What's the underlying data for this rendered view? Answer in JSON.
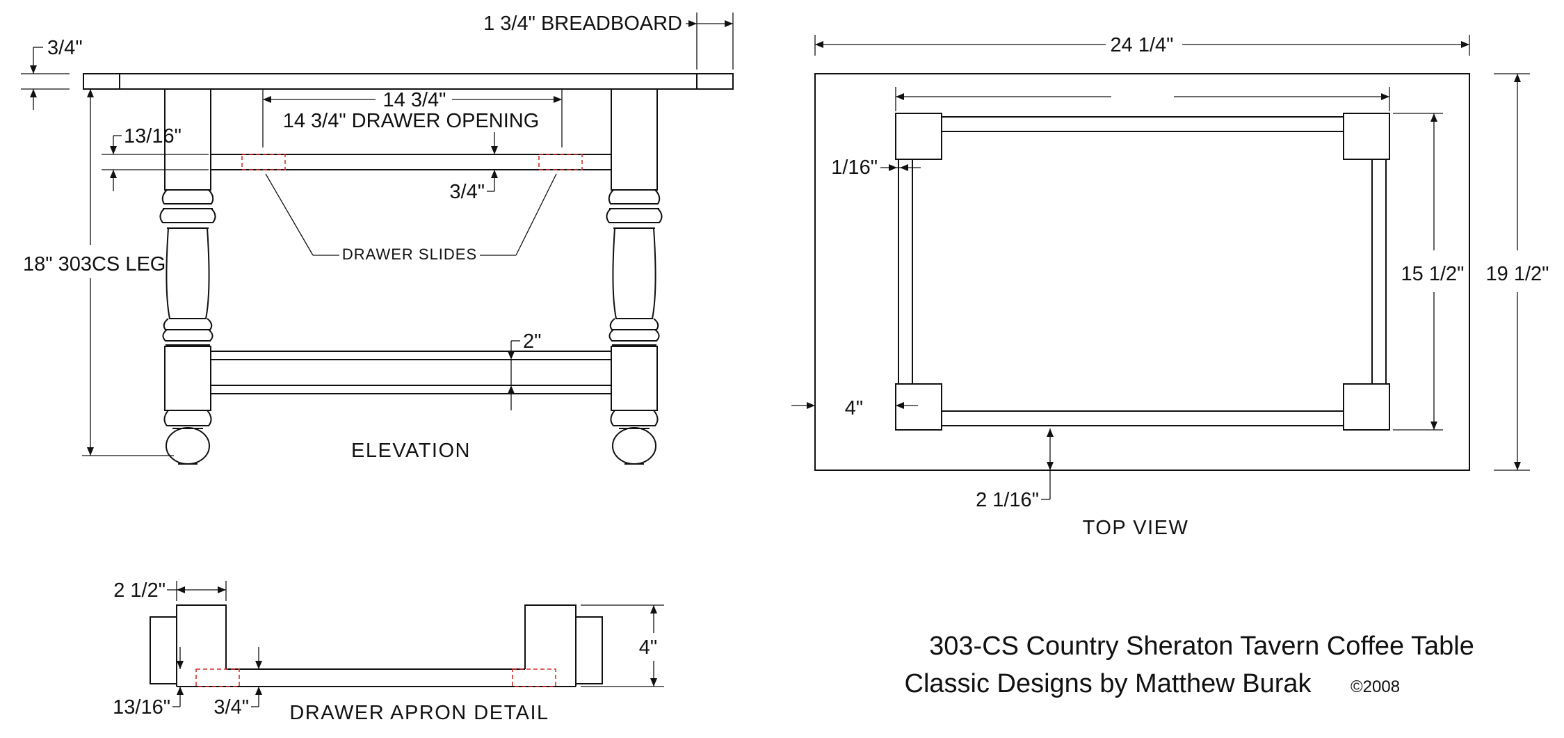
{
  "elevation": {
    "view_label": "ELEVATION",
    "dim_top_thickness": "3/4\"",
    "dim_breadboard": "1 3/4\" BREADBOARD",
    "dim_opening_width": "14 3/4\"",
    "dim_opening_label": "14 3/4\" DRAWER OPENING",
    "dim_rail_height": "13/16\"",
    "dim_slide_thickness": "3/4\"",
    "drawer_slides_label": "DRAWER SLIDES",
    "leg_label": "18\" 303CS LEG",
    "dim_stretcher": "2\""
  },
  "top_view": {
    "view_label": "TOP VIEW",
    "dim_width": "24 1/4\"",
    "dim_depth": "19 1/2\"",
    "dim_inner_depth": "15 1/2\"",
    "dim_gap": "1/16\"",
    "dim_leg": "4\"",
    "dim_overhang": "2 1/16\""
  },
  "apron_detail": {
    "view_label": "DRAWER APRON DETAIL",
    "dim_width": "2 1/2\"",
    "dim_height": "4\"",
    "dim_rail": "13/16\"",
    "dim_slide": "3/4\""
  },
  "title_block": {
    "title": "303-CS Country Sheraton Tavern Coffee Table",
    "subtitle": "Classic Designs by Matthew Burak",
    "copyright": "©2008"
  }
}
